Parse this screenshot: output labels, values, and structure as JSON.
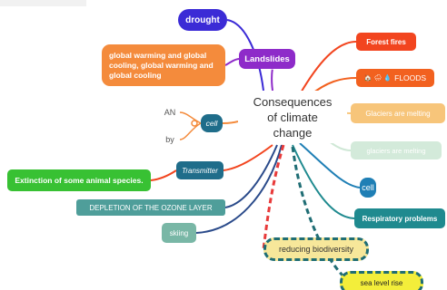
{
  "central": {
    "line1": "Consequences",
    "line2": "of climate",
    "line3": "change"
  },
  "nodes": {
    "drought": "drought",
    "landslides": "Landslides",
    "global_cooling": "global warming and global cooling, global warming and global cooling",
    "forest_fires": "Forest fires",
    "floods": "FLOODS",
    "floods_icons": "🏠 🌧 💧",
    "glaciers_melting_1": "Glaciers are melting",
    "glaciers_melting_2": "glaciers are melting",
    "cell_left": "cell",
    "cell_right": "cell",
    "an": "AN",
    "by": "by",
    "transmitter": "Transmitter",
    "extinction": "Extinction of some animal species.",
    "ozone": "DEPLETION OF THE OZONE LAYER",
    "skiing": "skiing",
    "respiratory": "Respiratory problems",
    "biodiversity": "reducing  biodiversity",
    "sea_level": "sea level rise"
  },
  "colors": {
    "drought": "#3b2bd6",
    "landslides": "#8e2bc9",
    "global_cooling": "#f48b3c",
    "forest_fires": "#f2451f",
    "floods": "#f2611f",
    "glaciers_1": "#f5b24e",
    "glaciers_2": "#cfe8d6",
    "cell": "#1f6d8a",
    "transmitter": "#1f6d8a",
    "extinction": "#38c133",
    "ozone": "#4f9e9a",
    "skiing": "#79b7a6",
    "respiratory": "#1f8a8f",
    "biodiversity": "#f7e79a",
    "sea_level": "#f3ee3a"
  }
}
